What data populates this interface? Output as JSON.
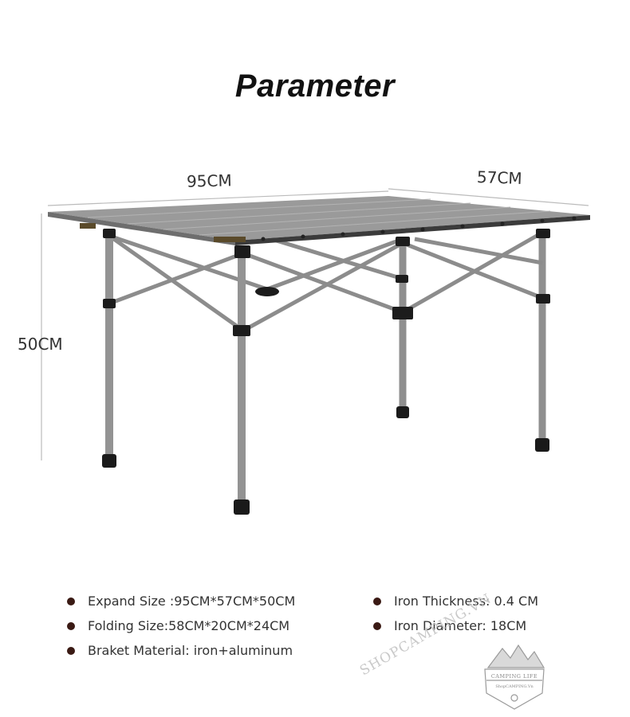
{
  "title": "Parameter",
  "dimensions": {
    "width": "95CM",
    "depth": "57CM",
    "height": "50CM"
  },
  "specs_left": [
    {
      "text": "Expand Size :95CM*57CM*50CM"
    },
    {
      "text": "Folding Size:58CM*20CM*24CM"
    },
    {
      "text": "Braket Material: iron+aluminum"
    }
  ],
  "specs_right": [
    {
      "text": "Iron Thickness: 0.4 CM"
    },
    {
      "text": "Iron Diameter: 18CM"
    }
  ],
  "watermark": {
    "text": "SHOPCAMPING.VN",
    "badge_line1": "CAMPING LIFE",
    "badge_line2": "ShopCAMPING.Vn"
  },
  "colors": {
    "bullet": "#3a1a14",
    "frame": "#8f8f8f",
    "tabletop": "#9a9a9a",
    "feet": "#1a1a1a"
  }
}
